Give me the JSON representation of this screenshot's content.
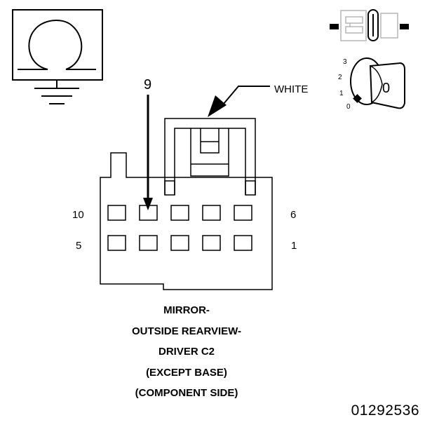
{
  "symbols": {
    "ground_icon": "omega-ground-icon",
    "key_icon": "ignition-key-icon",
    "connector_icon": "inline-connector-icon"
  },
  "ignition": {
    "positions": [
      "3",
      "2",
      "1",
      "0"
    ],
    "key_label": "0"
  },
  "connector": {
    "callout_pin": "9",
    "lock_color_label": "WHITE",
    "pin_labels": {
      "top_left": "10",
      "top_right": "6",
      "bottom_left": "5",
      "bottom_right": "1"
    }
  },
  "caption": {
    "line1": "MIRROR-",
    "line2": "OUTSIDE REARVIEW-",
    "line3": "DRIVER C2",
    "line4": "(EXCEPT BASE)",
    "line5": "(COMPONENT SIDE)"
  },
  "figure_id": "01292536"
}
